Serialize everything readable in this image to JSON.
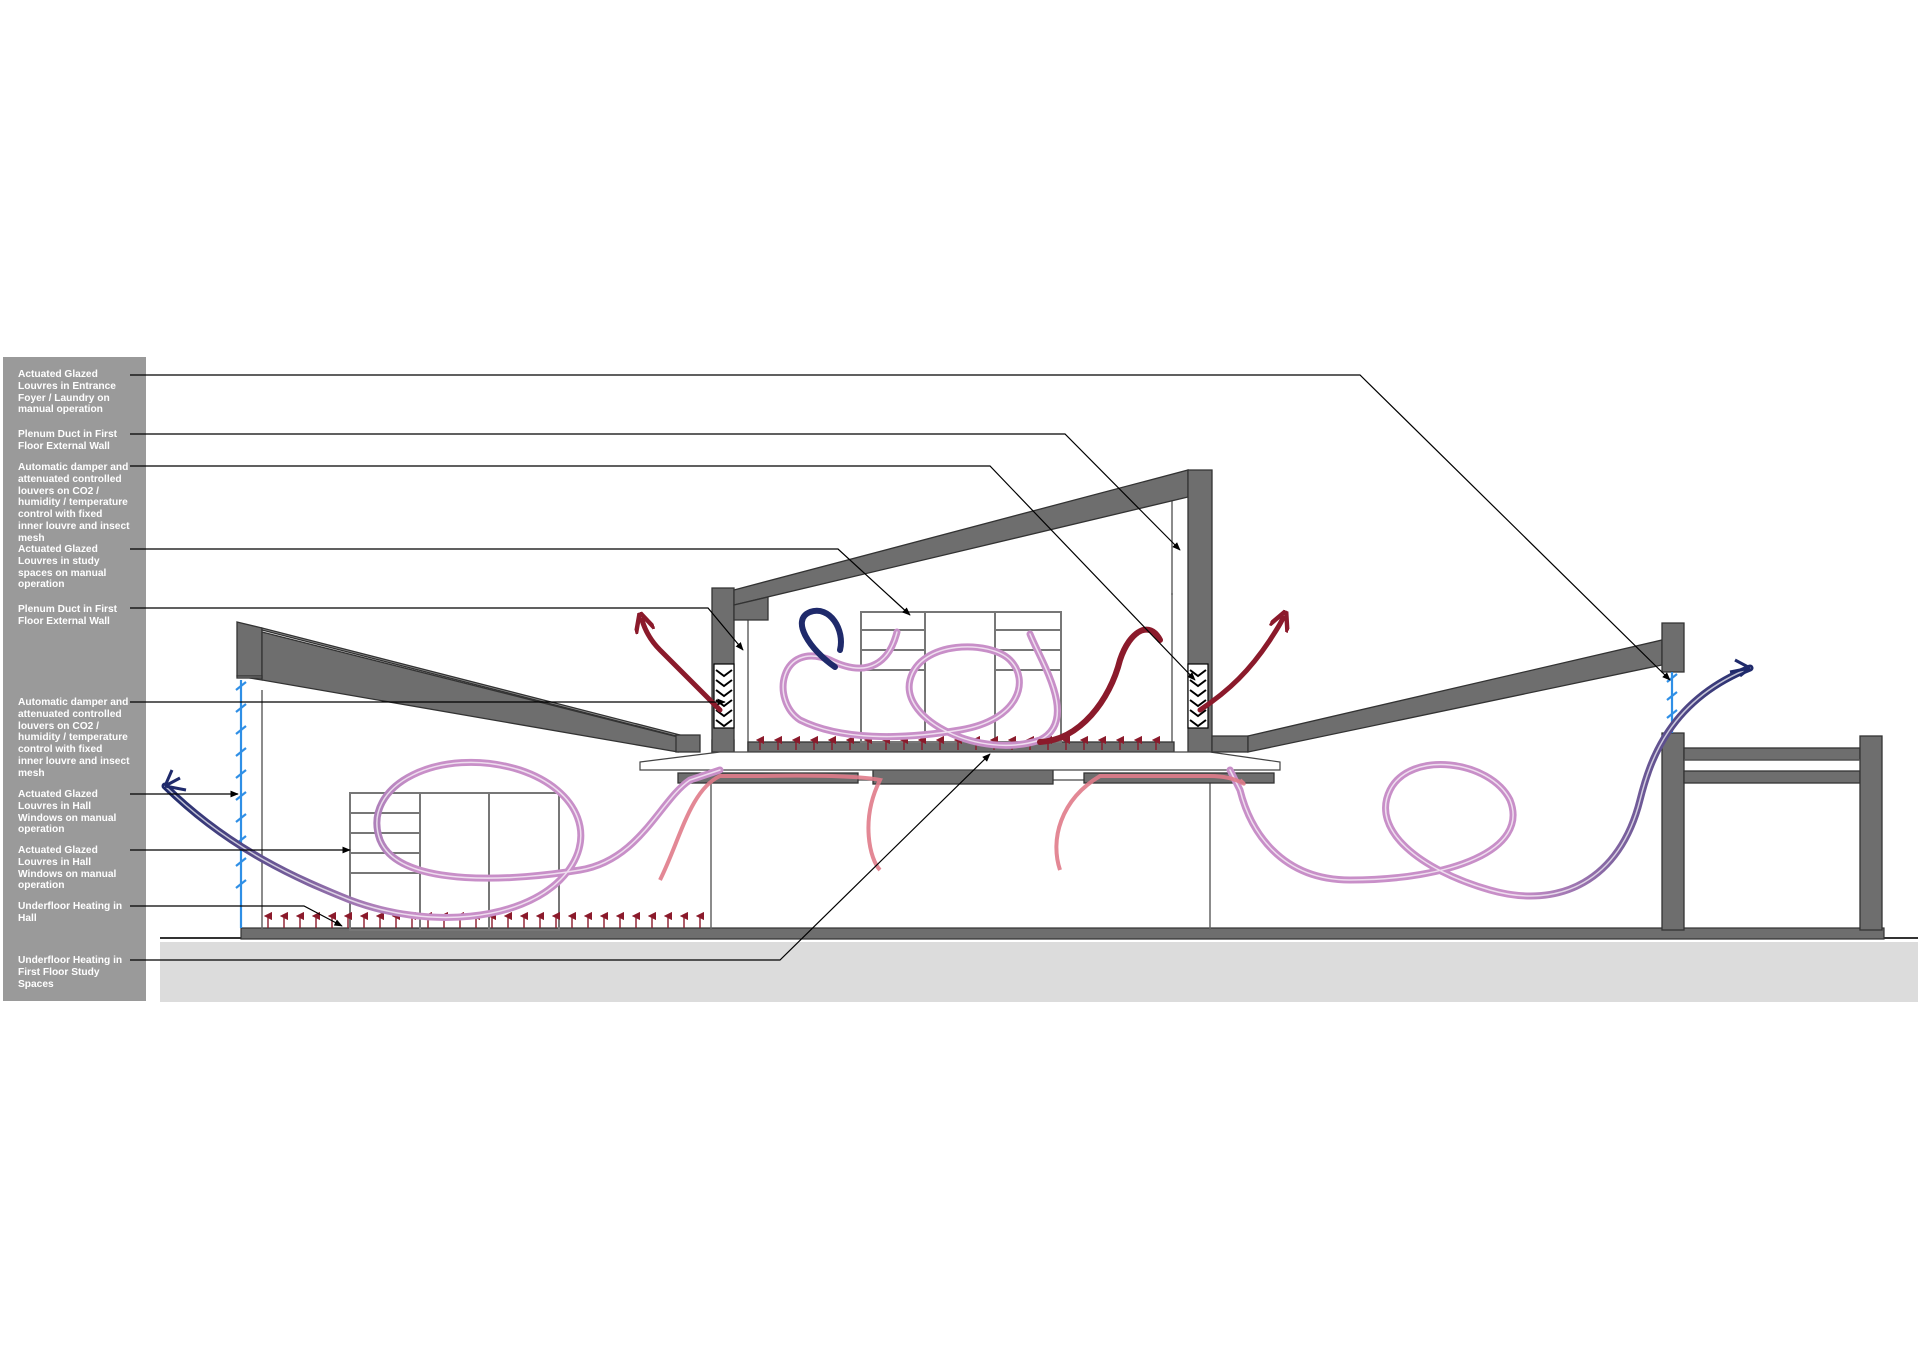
{
  "legend": {
    "items": [
      {
        "id": "glazed-louvres-foyer",
        "label": "Actuated Glazed Louvres in Entrance Foyer / Laundry on manual operation"
      },
      {
        "id": "plenum-duct-1",
        "label": "Plenum Duct in First Floor External Wall"
      },
      {
        "id": "auto-damper-1",
        "label": "Automatic damper and attenuated controlled louvers on CO2 / humidity / temperature control with fixed inner louvre and insect mesh"
      },
      {
        "id": "glazed-louvres-study",
        "label": "Actuated Glazed Louvres in study spaces on manual operation"
      },
      {
        "id": "plenum-duct-2",
        "label": "Plenum Duct in First Floor External Wall"
      },
      {
        "id": "auto-damper-2",
        "label": "Automatic damper and attenuated controlled louvers on CO2 / humidity / temperature control with fixed inner louvre and insect mesh"
      },
      {
        "id": "glazed-louvres-hall-windows-1",
        "label": "Actuated Glazed Louvres in Hall Windows on manual operation"
      },
      {
        "id": "glazed-louvres-hall-windows-2",
        "label": "Actuated Glazed Louvres in Hall Windows on manual operation"
      },
      {
        "id": "underfloor-heating-hall",
        "label": "Underfloor Heating in Hall"
      },
      {
        "id": "underfloor-heating-study",
        "label": "Underfloor Heating in First Floor Study Spaces"
      }
    ]
  },
  "colors": {
    "panel": "#9a9a9a",
    "structure": "#6e6e6e",
    "ground": "#dcdcdc",
    "warm_air": "#8b1a2b",
    "cool_air": "#1f2a6b",
    "mixed_air": "#c88fc8",
    "glazing": "#2f8fe6"
  }
}
